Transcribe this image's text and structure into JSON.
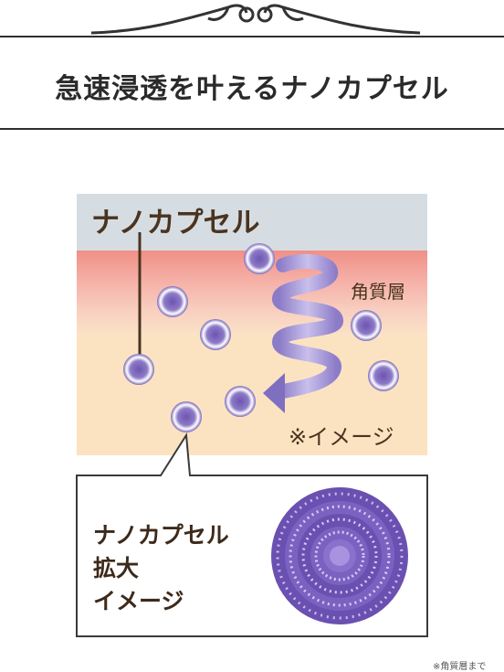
{
  "header": {
    "title": "急速浸透を叶えるナノカプセル"
  },
  "diagram": {
    "label_nanocapsule": "ナノカプセル",
    "label_horny_layer": "角質層",
    "label_image_note": "※イメージ"
  },
  "zoom_box": {
    "line1": "ナノカプセル",
    "line2": "拡大",
    "line3": "イメージ"
  },
  "footnote": "※角質層まで",
  "colors": {
    "capsule": "#7b62b9",
    "arrow": "#9a8bd0",
    "horny_layer": "#f08f86",
    "skin": "#fbe3c2",
    "top_layer": "#d6dde2"
  }
}
